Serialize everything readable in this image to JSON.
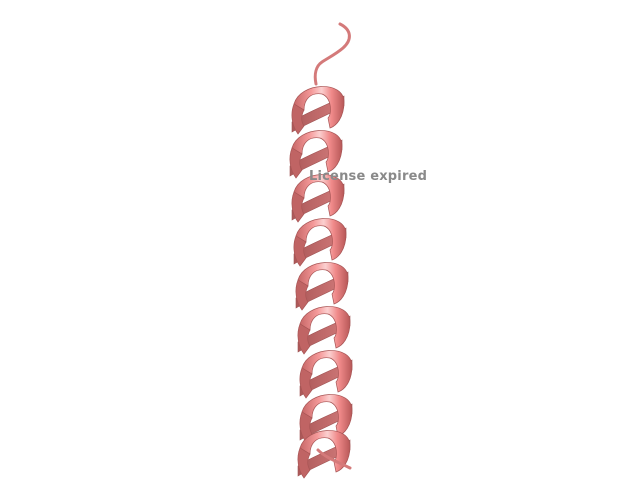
{
  "viewer": {
    "background_color": "#ffffff",
    "structure": {
      "representation": "cartoon",
      "secondary_structure": "alpha-helix",
      "color": "#f08a8a",
      "shadow_color": "#b85c5c",
      "highlight_color": "#fde3e3"
    },
    "watermark": {
      "text": "License expired",
      "color": "#8a8a8a"
    }
  }
}
